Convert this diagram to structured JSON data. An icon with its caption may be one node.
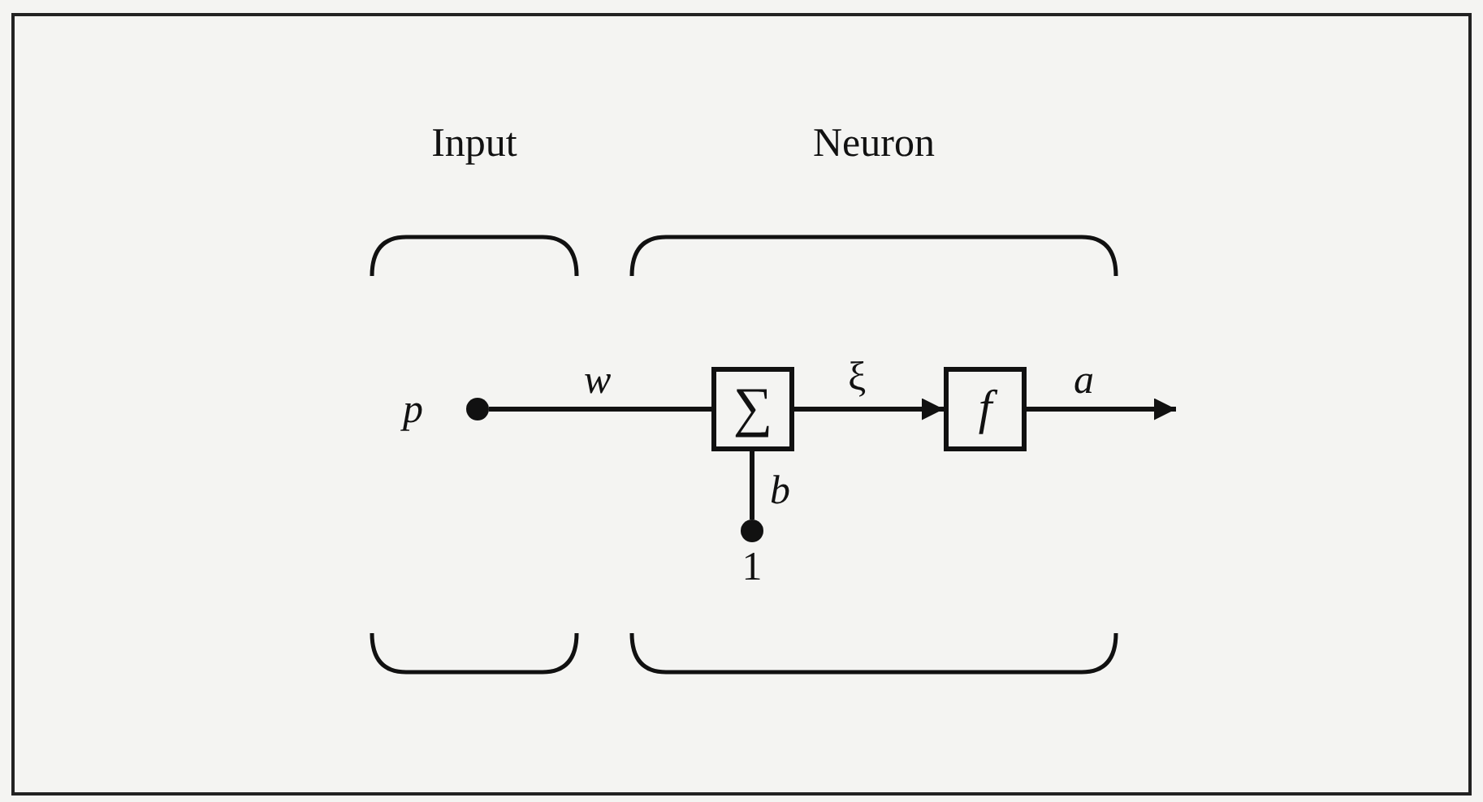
{
  "diagram": {
    "nodes": [
      {
        "text": [
          "Input"
        ]
      },
      {
        "text": [],
        "shape": "circle",
        "beside": [
          "p"
        ],
        "in": 0
      },
      {
        "text": [
          "Neuron"
        ]
      },
      {
        "text": [
          "∑"
        ],
        "in": 2
      },
      {
        "text": [
          "f"
        ],
        "in": 2
      },
      {
        "text": [],
        "shape": "circle",
        "beside": [
          "1"
        ],
        "in": 2
      }
    ],
    "edges": [
      {
        "from": 1,
        "to": 3,
        "arrow": "none",
        "label": "w"
      },
      {
        "from": 3,
        "to": 4,
        "arrow": "to",
        "label": "ξ"
      },
      {
        "from": 5,
        "to": 3,
        "arrow": "none",
        "label": "b"
      },
      {
        "from": 4,
        "to": null,
        "arrow": "to",
        "label": "a"
      }
    ]
  }
}
